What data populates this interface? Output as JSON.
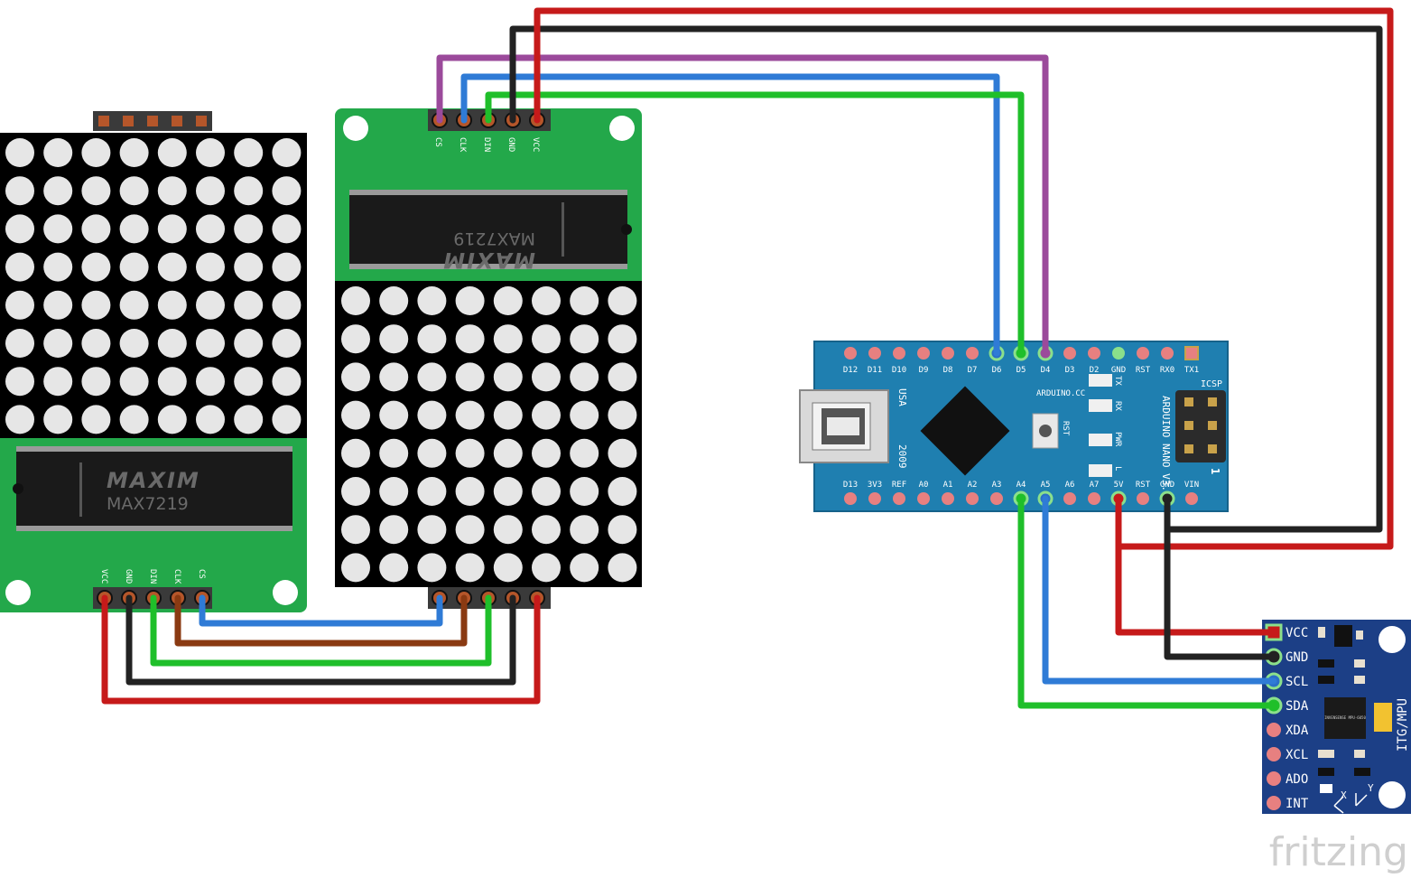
{
  "watermark": "fritzing",
  "colors": {
    "red": "#c61a1a",
    "black": "#222222",
    "green": "#1fbf2a",
    "blue": "#2f7bd6",
    "purple": "#9b4a9b",
    "brown": "#8a3a12",
    "pcb_green": "#23a84a",
    "matrix_body": "#000000",
    "led_off": "#e6e6e6",
    "nano_board": "#1f7fb0",
    "mpu_board": "#1c3f86"
  },
  "matrix_left": {
    "chip_brand": "MAXIM",
    "chip_model": "MAX7219",
    "pins": [
      "VCC",
      "GND",
      "DIN",
      "CLK",
      "CS"
    ]
  },
  "matrix_right": {
    "chip_brand": "MAXIM",
    "chip_model": "MAX7219",
    "pins": [
      "CS",
      "CLK",
      "DIN",
      "GND",
      "VCC"
    ]
  },
  "nano": {
    "top_pins": [
      "D12",
      "D11",
      "D10",
      "D9",
      "D8",
      "D7",
      "D6",
      "D5",
      "D4",
      "D3",
      "D2",
      "GND",
      "RST",
      "RX0",
      "TX1"
    ],
    "bottom_pins": [
      "D13",
      "3V3",
      "REF",
      "A0",
      "A1",
      "A2",
      "A3",
      "A4",
      "A5",
      "A6",
      "A7",
      "5V",
      "RST",
      "GND",
      "VIN"
    ],
    "usb": "USA",
    "year": "2009",
    "brand": "ARDUINO.CC",
    "model": "ARDUINO NANO V3.0",
    "led_tx": "TX",
    "led_rx": "RX",
    "led_pwr": "PWR",
    "led_l": "L",
    "reset": "RST",
    "icsp": "ICSP",
    "icsp_num": "1"
  },
  "mpu": {
    "pins": [
      "VCC",
      "GND",
      "SCL",
      "SDA",
      "XDA",
      "XCL",
      "ADO",
      "INT"
    ],
    "label": "ITG/MPU",
    "chip": "INVENSENSE MPU-6050",
    "axis_x": "X",
    "axis_y": "Y"
  }
}
